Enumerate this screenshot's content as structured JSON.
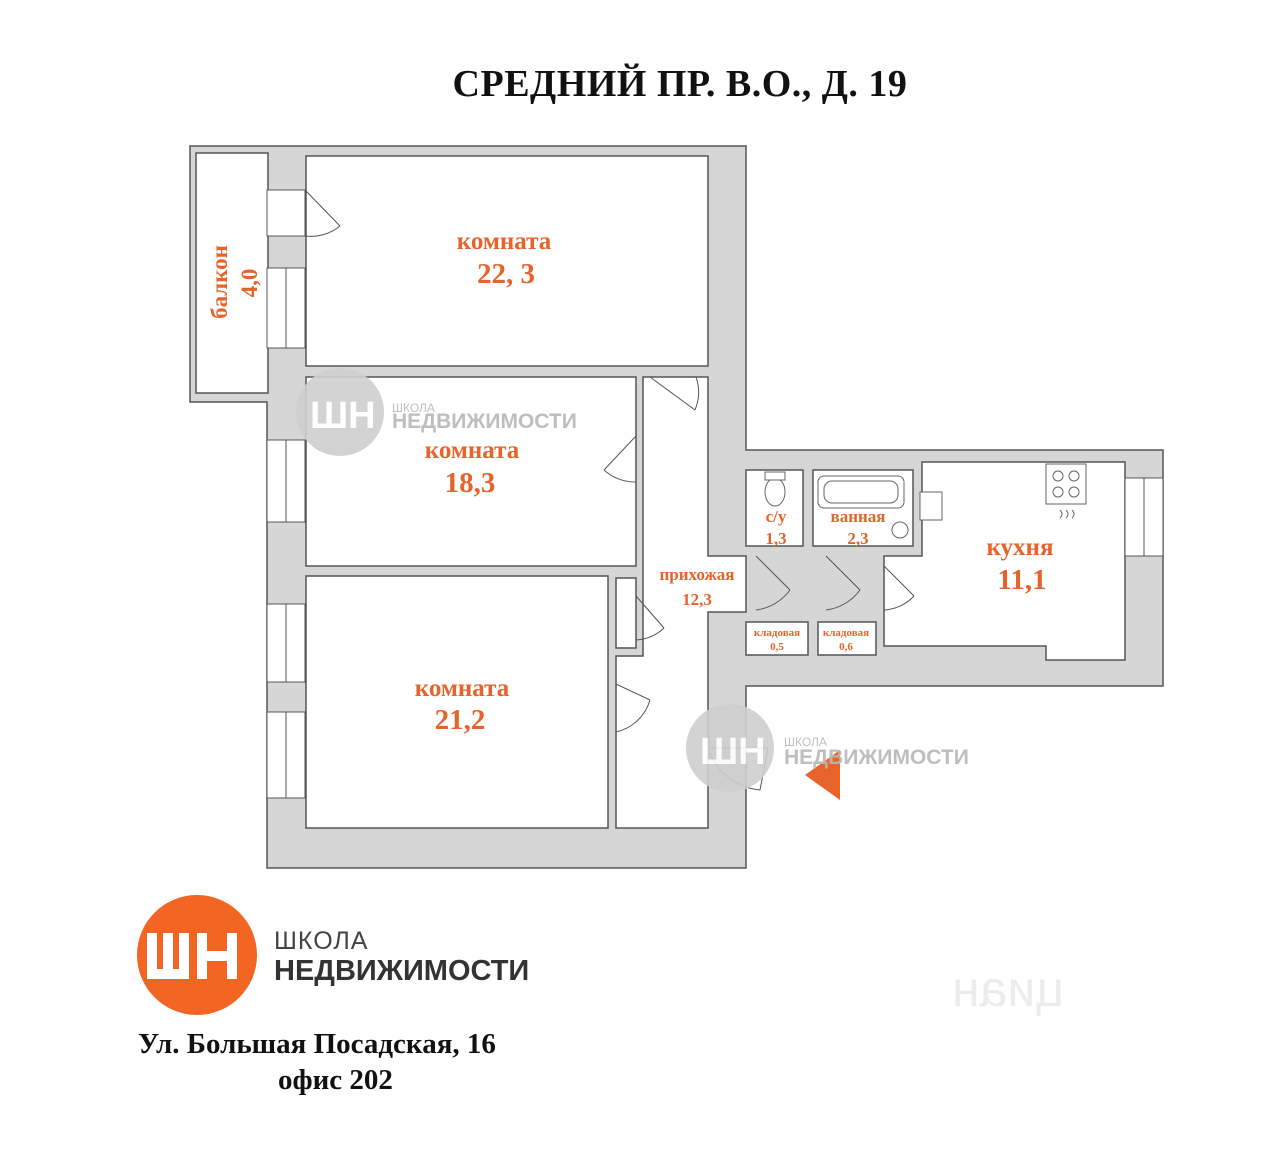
{
  "title": "СРЕДНИЙ ПР. В.О.,  Д. 19",
  "colors": {
    "wall": "#d6d6d6",
    "wall_stroke": "#555555",
    "label": "#e8632a",
    "brand": "#f26522"
  },
  "rooms": {
    "room1": {
      "name": "комната",
      "area": "22, 3"
    },
    "room2": {
      "name": "комната",
      "area": "18,3"
    },
    "room3": {
      "name": "комната",
      "area": "21,2"
    },
    "balcony": {
      "name": "балкон",
      "area": "4,0"
    },
    "hallway": {
      "name": "прихожая",
      "area": "12,3"
    },
    "wc": {
      "name": "с/у",
      "area": "1,3"
    },
    "bathroom": {
      "name": "ванная",
      "area": "2,3"
    },
    "kitchen": {
      "name": "кухня",
      "area": "11,1"
    },
    "storage1": {
      "name": "кладовая",
      "area": "0,5"
    },
    "storage2": {
      "name": "кладовая",
      "area": "0,6"
    }
  },
  "watermark": {
    "line1": "ШКОЛА",
    "line2": "НЕДВИЖИМОСТИ"
  },
  "logo": {
    "line1": "ШКОЛА",
    "line2": "НЕДВИЖИМОСТИ"
  },
  "address": {
    "line1": "Ул. Большая Посадская, 16",
    "line2": "офис 202"
  },
  "corner_mark": "циан"
}
